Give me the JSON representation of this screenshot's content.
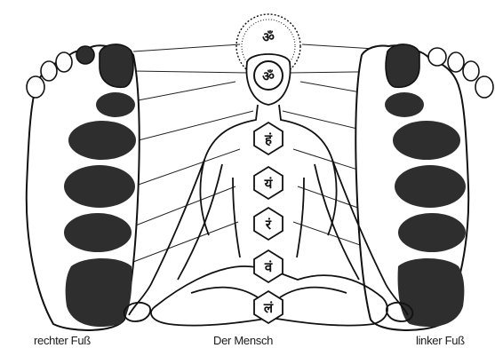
{
  "captions": {
    "right_foot": "rechter Fuß",
    "person": "Der Mensch",
    "left_foot": "linker Fuß"
  },
  "chakras": [
    {
      "name": "crown",
      "symbol": "ॐ"
    },
    {
      "name": "third-eye",
      "symbol": "ॐ"
    },
    {
      "name": "throat",
      "symbol": "हं"
    },
    {
      "name": "heart",
      "symbol": "यं"
    },
    {
      "name": "solar-plexus",
      "symbol": "रं"
    },
    {
      "name": "sacral",
      "symbol": "वं"
    },
    {
      "name": "root",
      "symbol": "लं"
    }
  ],
  "colors": {
    "ink": "#111111",
    "zone_fill": "#2e2e2e",
    "paper": "#ffffff"
  }
}
